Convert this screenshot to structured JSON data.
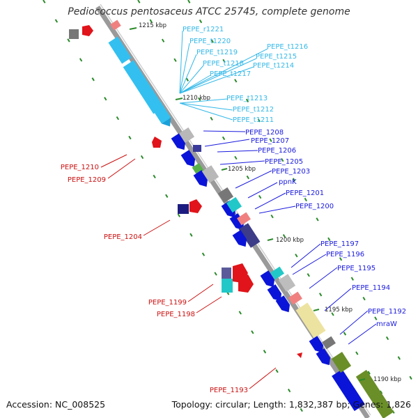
{
  "title": "Pediococcus pentosaceus ATCC 25745, complete genome",
  "accession_line": "Accession: NC_008525",
  "summary_line": "Topology: circular; Length: 1,832,387 bp; Genes: 1,826",
  "colors": {
    "backbone": "#9a9a9a",
    "forward_gene": "#0a14d8",
    "reverse_gene": "#e0141a",
    "rna_gene": "#33c0f0",
    "forward_label": "#1a1adf",
    "reverse_label": "#cc1010",
    "rna_label": "#33b8e8",
    "tick": "#2a8a2a"
  },
  "scale_ticks": [
    {
      "label": "1215 kbp"
    },
    {
      "label": "1210 kbp"
    },
    {
      "label": "1205 kbp"
    },
    {
      "label": "1200 kbp"
    },
    {
      "label": "1195 kbp"
    },
    {
      "label": "1190 kbp"
    }
  ],
  "rna_labels": [
    "PEPE_r1221",
    "PEPE_t1220",
    "PEPE_t1219",
    "PEPE_t1218",
    "PEPE_t1217",
    "PEPE_t1216",
    "PEPE_t1215",
    "PEPE_t1214",
    "PEPE_t1213",
    "PEPE_t1212",
    "PEPE_t1211"
  ],
  "forward_labels": [
    "PEPE_1208",
    "PEPE_1207",
    "PEPE_1206",
    "PEPE_1205",
    "PEPE_1203",
    "ppnK",
    "PEPE_1201",
    "PEPE_1200",
    "PEPE_1197",
    "PEPE_1196",
    "PEPE_1195",
    "PEPE_1194",
    "PEPE_1192",
    "mraW"
  ],
  "reverse_labels": [
    "PEPE_1210",
    "PEPE_1209",
    "PEPE_1204",
    "PEPE_1199",
    "PEPE_1198",
    "PEPE_1193"
  ]
}
